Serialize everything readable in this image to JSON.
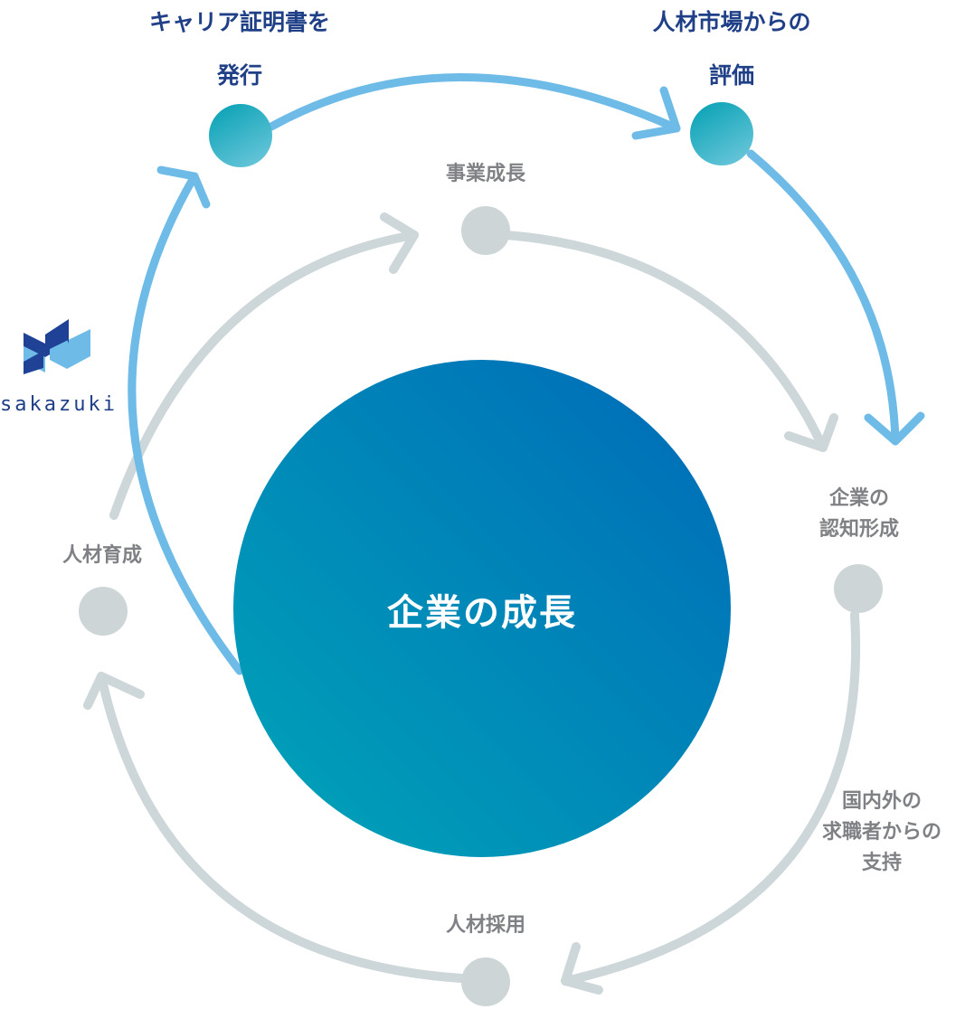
{
  "colors": {
    "gray_node": "#cdd5d7",
    "gray_arrow": "#cdd6d8",
    "blue_arrow": "#6ebbe8",
    "teal_node_top": "#0ea7b8",
    "teal_node_bottom": "#5ec2d6",
    "center_gradient_start": "#00a5b8",
    "center_gradient_end": "#006ab8",
    "blue_text": "#1f3f86",
    "gray_text": "#7f8184"
  },
  "center": {
    "title": "企業の成長"
  },
  "inner_cycle": {
    "business_growth": "事業成長",
    "brand_recognition_lines": [
      "企業の",
      "認知形成"
    ],
    "candidate_support_lines": [
      "国内外の",
      "求職者からの",
      "支持"
    ],
    "recruitment": "人材採用",
    "talent_development": "人材育成"
  },
  "outer_cycle": {
    "career_certificate_lines": [
      "キャリア証明書を",
      "発行"
    ],
    "market_evaluation_lines": [
      "人材市場からの",
      "評価"
    ]
  },
  "logo": {
    "wordmark": "sakazuki",
    "icon": "sakazuki-logo-icon"
  }
}
